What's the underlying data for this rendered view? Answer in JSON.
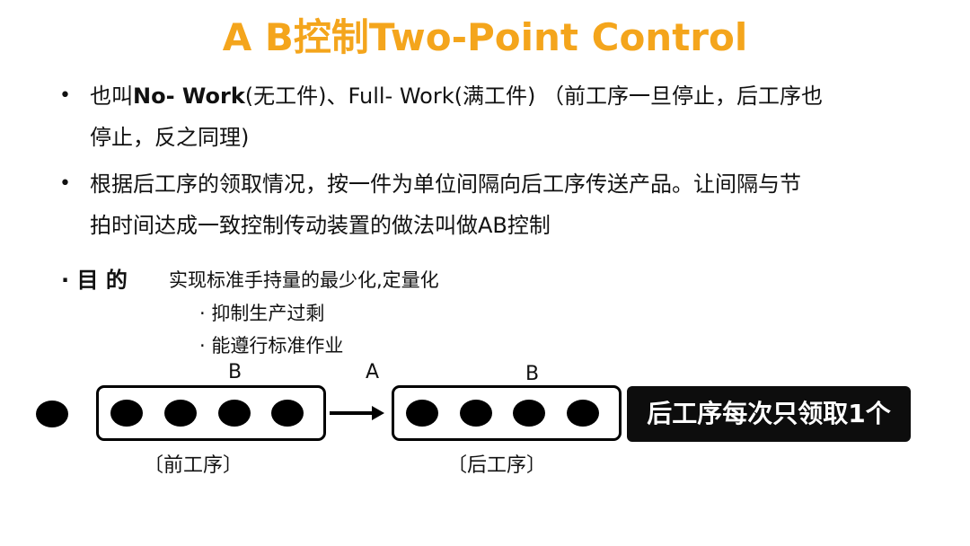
{
  "title": "A B控制Two-Point Control",
  "bullets": [
    {
      "marker": "•",
      "lines": [
        {
          "pre": "也叫",
          "bold": "No- Work",
          "post": "(无工件)、Full- Work(满工件) （前工序一旦停止，后工序也"
        },
        {
          "pre": "停止，反之同理)",
          "bold": "",
          "post": ""
        }
      ]
    },
    {
      "marker": "•",
      "lines": [
        {
          "pre": "根据后工序的领取情况，按一件为单位间隔向后工序传送产品。让间隔与节",
          "bold": "",
          "post": ""
        },
        {
          "pre": "拍时间达成一致控制传动装置的做法叫做AB控制",
          "bold": "",
          "post": ""
        }
      ]
    }
  ],
  "purpose": {
    "label": "· 目 的",
    "description": "实现标准手持量的最少化,定量化",
    "items": [
      "· 抑制生产过剩",
      "· 能遵行标准作业"
    ]
  },
  "diagram": {
    "label_b_left": "B",
    "label_a": "A",
    "label_b_right": "B",
    "front_process": "〔前工序〕",
    "back_process": "〔后工序〕",
    "callout": "后工序每次只领取1个",
    "accent_color": "#f4a51c"
  }
}
